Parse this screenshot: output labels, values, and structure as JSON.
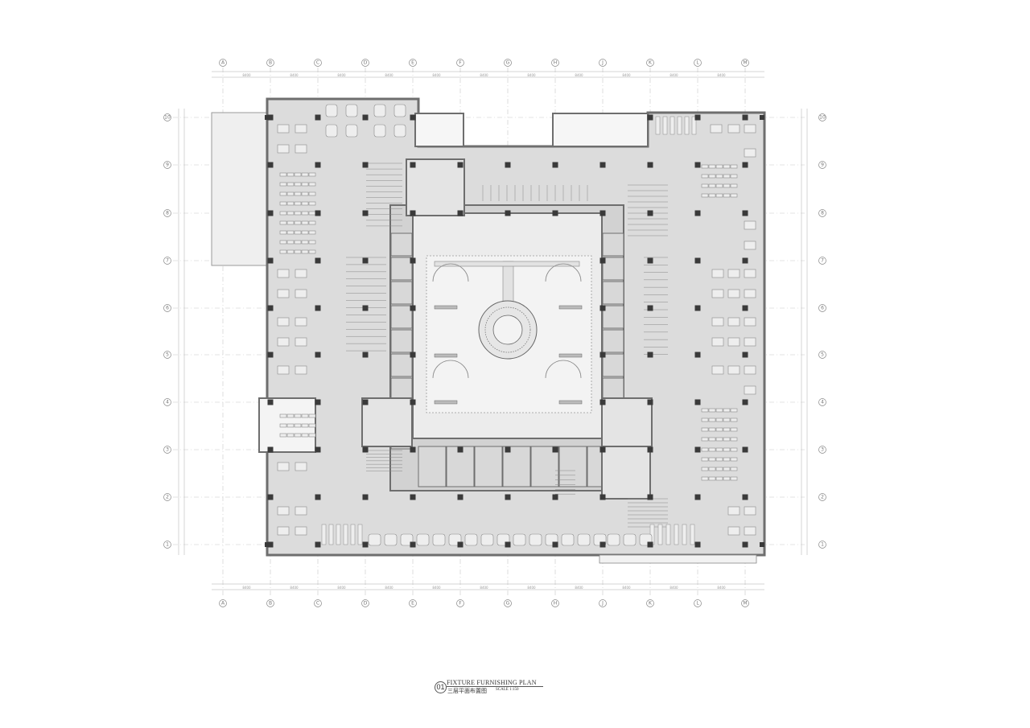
{
  "drawing": {
    "number": "01",
    "title": "FIXTURE FURNISHING PLAN",
    "subtitle": "三层平面布置图",
    "scale": "SCALE 1:150"
  },
  "grid": {
    "columns": [
      "A",
      "B",
      "C",
      "D",
      "E",
      "F",
      "G",
      "H",
      "J",
      "K",
      "L",
      "M"
    ],
    "rows": [
      "10",
      "9",
      "8",
      "7",
      "6",
      "5",
      "4",
      "3",
      "2",
      "1"
    ],
    "bay_dimension": "8400"
  },
  "colors": {
    "floor": "#dcdcdc",
    "courtyard": "#ececec",
    "wall": "#6e6e6e",
    "column": "#3a3a3a",
    "furniture": "#8a8a8a",
    "grid": "#c8c8c8"
  }
}
